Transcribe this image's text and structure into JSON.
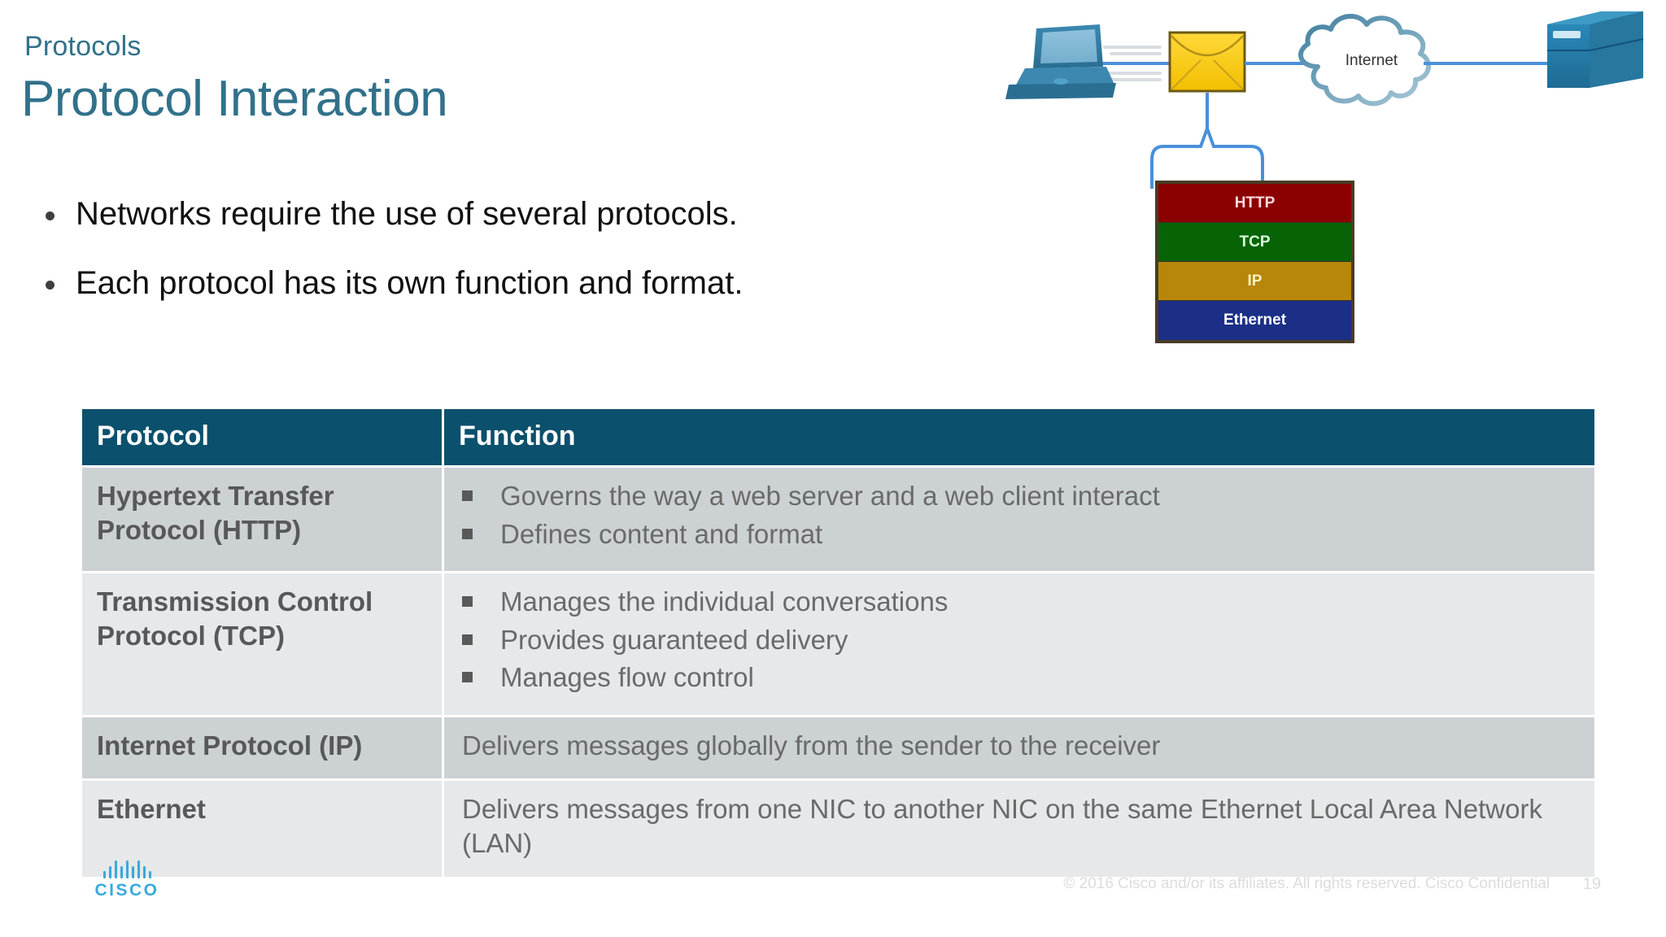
{
  "slide": {
    "eyebrow": "Protocols",
    "title": "Protocol Interaction",
    "bullets": [
      "Networks require the use of several protocols.",
      "Each protocol has its own function and format."
    ]
  },
  "table": {
    "headers": [
      "Protocol",
      "Function"
    ],
    "rows": [
      {
        "protocol": "Hypertext Transfer Protocol (HTTP)",
        "items": [
          "Governs the way a web server and a web client interact",
          "Defines content and format"
        ]
      },
      {
        "protocol": "Transmission Control Protocol (TCP)",
        "items": [
          "Manages the individual conversations",
          "Provides guaranteed delivery",
          "Manages flow control"
        ]
      },
      {
        "protocol": "Internet Protocol (IP)",
        "text": "Delivers messages globally from the sender to the receiver"
      },
      {
        "protocol": "Ethernet",
        "text": "Delivers messages from one NIC to another NIC on the same Ethernet Local Area Network (LAN)"
      }
    ]
  },
  "diagram": {
    "cloud_label": "Internet",
    "nodes": [
      "laptop",
      "envelope",
      "internet-cloud",
      "server"
    ]
  },
  "stack": {
    "layers": [
      {
        "label": "HTTP",
        "color": "#8b0000",
        "text_color": "#ffd9d9"
      },
      {
        "label": "TCP",
        "color": "#066306",
        "text_color": "#d9ffd9"
      },
      {
        "label": "IP",
        "color": "#b8860b",
        "text_color": "#fff0c0"
      },
      {
        "label": "Ethernet",
        "color": "#1b2f87",
        "text_color": "#ffffff"
      }
    ]
  },
  "footer": {
    "brand": "CISCO",
    "copyright": "© 2016  Cisco and/or its affiliates. All rights reserved.   Cisco Confidential",
    "slide_number": "19"
  },
  "colors": {
    "title": "#31718a",
    "table_header": "#0b506c",
    "row_alt": "#ccd1d4",
    "row_norm": "#e6e8ea",
    "brand": "#3aa9dc"
  }
}
